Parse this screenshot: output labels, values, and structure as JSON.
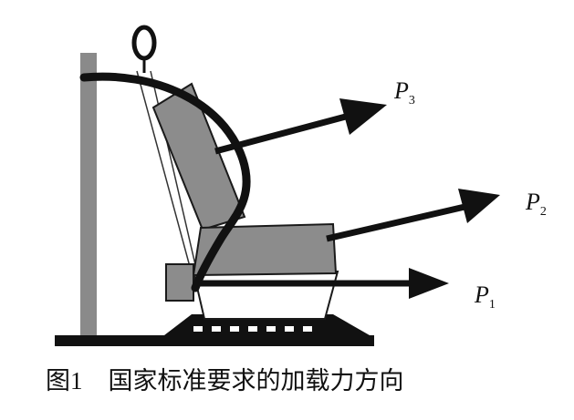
{
  "caption": {
    "figure_number": "图1",
    "title": "国家标准要求的加载力方向"
  },
  "vectors": [
    {
      "id": "P3",
      "letter": "P",
      "subscript": "3"
    },
    {
      "id": "P2",
      "letter": "P",
      "subscript": "2"
    },
    {
      "id": "P1",
      "letter": "P",
      "subscript": "1"
    }
  ],
  "colors": {
    "seat_fill": "#8c8c8c",
    "pillar_fill": "#8a8a8a",
    "outline": "#1a1a1a",
    "arrow": "#111111",
    "ink": "#000000"
  }
}
